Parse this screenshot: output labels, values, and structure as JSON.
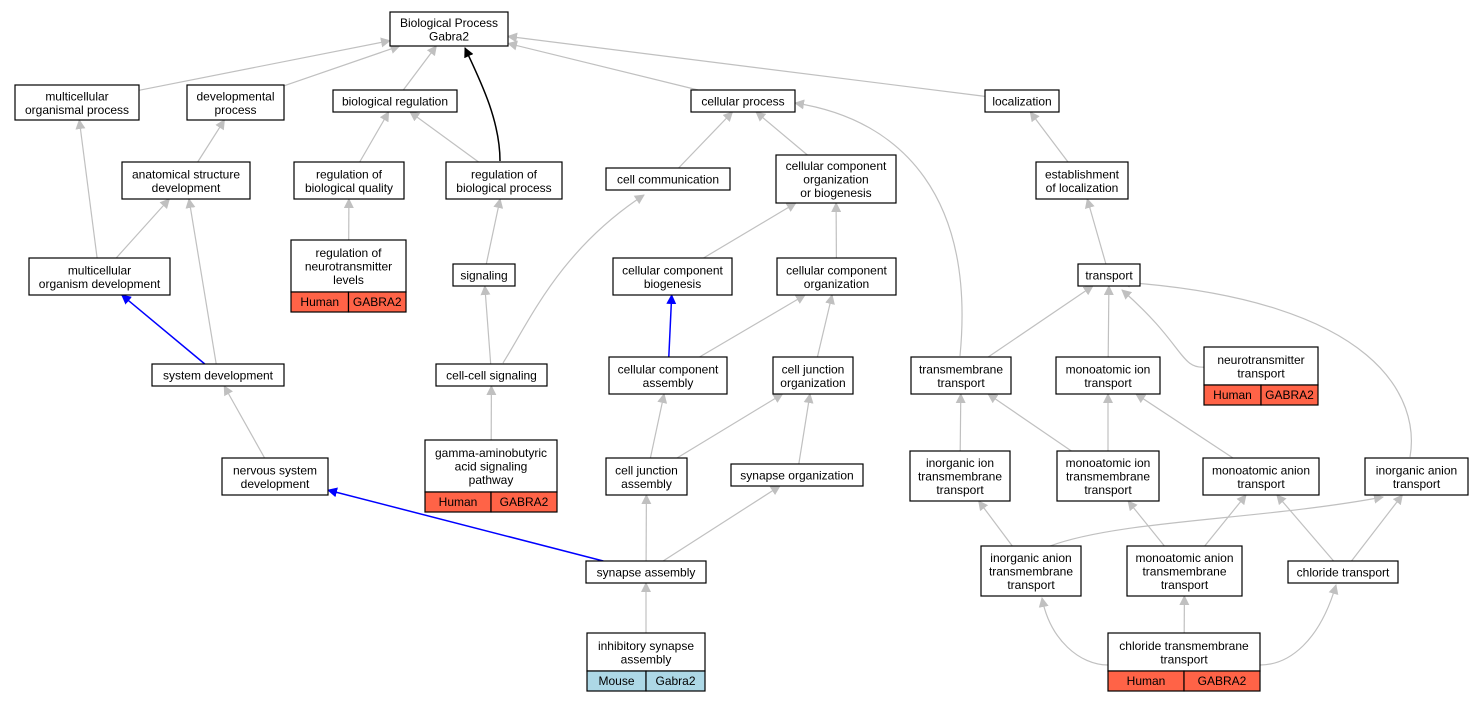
{
  "colors": {
    "edge_default": "#c0c0c0",
    "edge_blue": "#0000ff",
    "edge_black": "#000000",
    "human_annotation": "#ff6347",
    "mouse_annotation": "#add8e6"
  },
  "nodes": [
    {
      "id": "bp",
      "lines": [
        "Biological Process",
        "Gabra2"
      ]
    },
    {
      "id": "mop",
      "lines": [
        "multicellular",
        "organismal process"
      ]
    },
    {
      "id": "dp",
      "lines": [
        "developmental",
        "process"
      ]
    },
    {
      "id": "br",
      "lines": [
        "biological regulation"
      ]
    },
    {
      "id": "cp",
      "lines": [
        "cellular process"
      ]
    },
    {
      "id": "loc",
      "lines": [
        "localization"
      ]
    },
    {
      "id": "asd",
      "lines": [
        "anatomical structure",
        "development"
      ]
    },
    {
      "id": "rbq",
      "lines": [
        "regulation of",
        "biological quality"
      ]
    },
    {
      "id": "rbp",
      "lines": [
        "regulation of",
        "biological process"
      ]
    },
    {
      "id": "cc",
      "lines": [
        "cell communication"
      ]
    },
    {
      "id": "ccob",
      "lines": [
        "cellular component",
        "organization",
        "or biogenesis"
      ]
    },
    {
      "id": "eol",
      "lines": [
        "establishment",
        "of localization"
      ]
    },
    {
      "id": "rnl",
      "lines": [
        "regulation of",
        "neurotransmitter",
        "levels"
      ],
      "ann": [
        "Human",
        "GABRA2"
      ],
      "ann_kind": "human"
    },
    {
      "id": "mod",
      "lines": [
        "multicellular",
        "organism development"
      ]
    },
    {
      "id": "sig",
      "lines": [
        "signaling"
      ]
    },
    {
      "id": "ccb",
      "lines": [
        "cellular component",
        "biogenesis"
      ]
    },
    {
      "id": "cco",
      "lines": [
        "cellular component",
        "organization"
      ]
    },
    {
      "id": "tr",
      "lines": [
        "transport"
      ]
    },
    {
      "id": "sd",
      "lines": [
        "system development"
      ]
    },
    {
      "id": "ccs",
      "lines": [
        "cell-cell signaling"
      ]
    },
    {
      "id": "cca",
      "lines": [
        "cellular component",
        "assembly"
      ]
    },
    {
      "id": "cjo",
      "lines": [
        "cell junction",
        "organization"
      ]
    },
    {
      "id": "tmt",
      "lines": [
        "transmembrane",
        "transport"
      ]
    },
    {
      "id": "mit",
      "lines": [
        "monoatomic ion",
        "transport"
      ]
    },
    {
      "id": "ntt",
      "lines": [
        "neurotransmitter",
        "transport"
      ],
      "ann": [
        "Human",
        "GABRA2"
      ],
      "ann_kind": "human"
    },
    {
      "id": "gaba",
      "lines": [
        "gamma-aminobutyric",
        "acid signaling",
        "pathway"
      ],
      "ann": [
        "Human",
        "GABRA2"
      ],
      "ann_kind": "human"
    },
    {
      "id": "nsd",
      "lines": [
        "nervous system",
        "development"
      ]
    },
    {
      "id": "cja",
      "lines": [
        "cell junction",
        "assembly"
      ]
    },
    {
      "id": "so",
      "lines": [
        "synapse organization"
      ]
    },
    {
      "id": "iitt",
      "lines": [
        "inorganic ion",
        "transmembrane",
        "transport"
      ]
    },
    {
      "id": "mitt",
      "lines": [
        "monoatomic ion",
        "transmembrane",
        "transport"
      ]
    },
    {
      "id": "mat",
      "lines": [
        "monoatomic anion",
        "transport"
      ]
    },
    {
      "id": "iat",
      "lines": [
        "inorganic anion",
        "transport"
      ]
    },
    {
      "id": "sa",
      "lines": [
        "synapse assembly"
      ]
    },
    {
      "id": "iatt",
      "lines": [
        "inorganic anion",
        "transmembrane",
        "transport"
      ]
    },
    {
      "id": "matt",
      "lines": [
        "monoatomic anion",
        "transmembrane",
        "transport"
      ]
    },
    {
      "id": "ct",
      "lines": [
        "chloride transport"
      ]
    },
    {
      "id": "isa",
      "lines": [
        "inhibitory synapse",
        "assembly"
      ],
      "ann": [
        "Mouse",
        "Gabra2"
      ],
      "ann_kind": "mouse"
    },
    {
      "id": "ctt",
      "lines": [
        "chloride transmembrane",
        "transport"
      ],
      "ann": [
        "Human",
        "GABRA2"
      ],
      "ann_kind": "human"
    }
  ],
  "edges": [
    {
      "from": "mop",
      "to": "bp"
    },
    {
      "from": "dp",
      "to": "bp"
    },
    {
      "from": "br",
      "to": "bp"
    },
    {
      "from": "rbp",
      "to": "bp",
      "style": "black"
    },
    {
      "from": "cp",
      "to": "bp"
    },
    {
      "from": "loc",
      "to": "bp"
    },
    {
      "from": "asd",
      "to": "dp"
    },
    {
      "from": "rbq",
      "to": "br"
    },
    {
      "from": "rbp",
      "to": "br"
    },
    {
      "from": "cc",
      "to": "cp"
    },
    {
      "from": "ccob",
      "to": "cp"
    },
    {
      "from": "tmt",
      "to": "cp"
    },
    {
      "from": "eol",
      "to": "loc"
    },
    {
      "from": "rnl",
      "to": "rbq"
    },
    {
      "from": "mod",
      "to": "mop"
    },
    {
      "from": "mod",
      "to": "asd"
    },
    {
      "from": "sd",
      "to": "asd"
    },
    {
      "from": "sd",
      "to": "mod",
      "style": "blue"
    },
    {
      "from": "sig",
      "to": "rbp"
    },
    {
      "from": "ccs",
      "to": "sig"
    },
    {
      "from": "ccs",
      "to": "cc"
    },
    {
      "from": "gaba",
      "to": "ccs"
    },
    {
      "from": "ccb",
      "to": "ccob"
    },
    {
      "from": "cco",
      "to": "ccob"
    },
    {
      "from": "cca",
      "to": "ccb",
      "style": "blue"
    },
    {
      "from": "cca",
      "to": "cco"
    },
    {
      "from": "cjo",
      "to": "cco"
    },
    {
      "from": "cja",
      "to": "cca"
    },
    {
      "from": "cja",
      "to": "cjo"
    },
    {
      "from": "so",
      "to": "cjo"
    },
    {
      "from": "sa",
      "to": "cja"
    },
    {
      "from": "sa",
      "to": "so"
    },
    {
      "from": "sa",
      "to": "nsd",
      "style": "blue"
    },
    {
      "from": "nsd",
      "to": "sd"
    },
    {
      "from": "isa",
      "to": "sa"
    },
    {
      "from": "tr",
      "to": "eol"
    },
    {
      "from": "tmt",
      "to": "tr"
    },
    {
      "from": "mit",
      "to": "tr"
    },
    {
      "from": "ntt",
      "to": "tr"
    },
    {
      "from": "iat",
      "to": "tr"
    },
    {
      "from": "iitt",
      "to": "tmt"
    },
    {
      "from": "mitt",
      "to": "tmt"
    },
    {
      "from": "mitt",
      "to": "mit"
    },
    {
      "from": "mat",
      "to": "mit"
    },
    {
      "from": "iatt",
      "to": "iitt"
    },
    {
      "from": "iatt",
      "to": "iat"
    },
    {
      "from": "matt",
      "to": "mitt"
    },
    {
      "from": "matt",
      "to": "mat"
    },
    {
      "from": "ct",
      "to": "mat"
    },
    {
      "from": "ct",
      "to": "iat"
    },
    {
      "from": "ctt",
      "to": "iatt"
    },
    {
      "from": "ctt",
      "to": "matt"
    },
    {
      "from": "ctt",
      "to": "ct"
    }
  ]
}
